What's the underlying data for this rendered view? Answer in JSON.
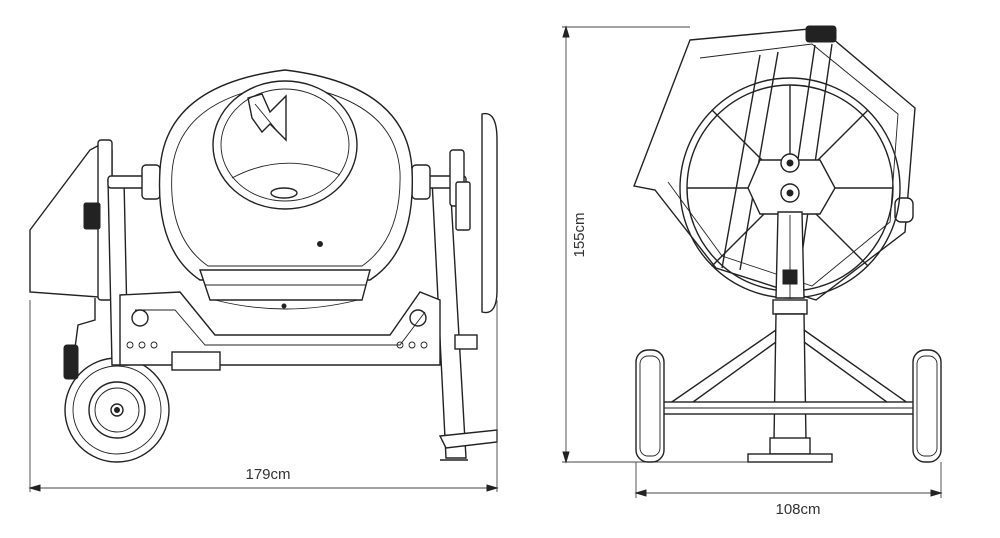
{
  "dimensions": {
    "front_width": "179cm",
    "height": "155cm",
    "side_width": "108cm"
  }
}
